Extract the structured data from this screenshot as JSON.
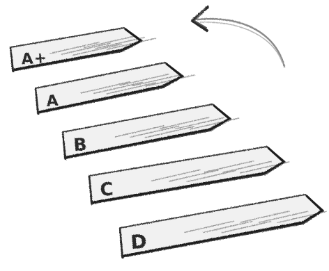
{
  "ratings": [
    {
      "label": "A+"
    },
    {
      "label": "A"
    },
    {
      "label": "B"
    },
    {
      "label": "C"
    },
    {
      "label": "D"
    }
  ],
  "colors": {
    "paper": "#ffffff",
    "pencil": "#2b2b2b",
    "shade": "#9a9a9a"
  },
  "decor": {
    "arrow_icon": "curved-arrow-left-icon"
  }
}
